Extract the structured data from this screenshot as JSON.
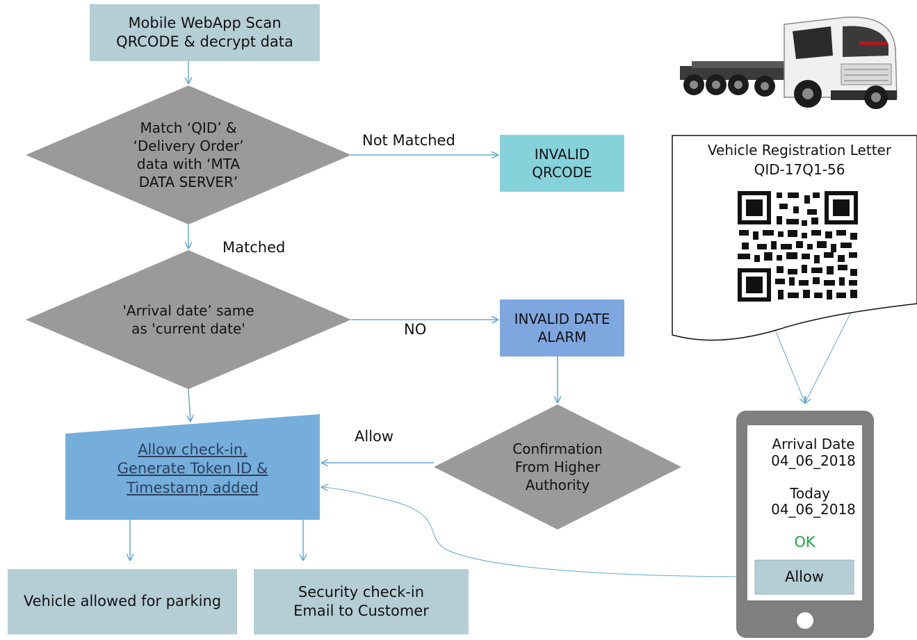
{
  "nodes": {
    "scan": {
      "lines": [
        "Mobile WebApp Scan",
        "QRCODE & decrypt data"
      ]
    },
    "match": {
      "lines": [
        "Match ‘QID’ &",
        "‘Delivery  Order’",
        "data with ‘MTA",
        "DATA SERVER’"
      ]
    },
    "invalid_qr": {
      "lines": [
        "INVALID",
        "QRCODE"
      ]
    },
    "arrival": {
      "lines": [
        "'Arrival date’ same",
        "as 'current date'"
      ]
    },
    "invalid_date": {
      "lines": [
        "INVALID DATE",
        "ALARM"
      ]
    },
    "checkin": {
      "lines": [
        "Allow check-in,",
        "Generate Token ID &",
        "Timestamp added"
      ]
    },
    "confirm": {
      "lines": [
        "Confirmation",
        "From Higher",
        "Authority"
      ]
    },
    "parking": {
      "lines": [
        "Vehicle allowed for parking"
      ]
    },
    "email": {
      "lines": [
        "Security check-in",
        "Email to Customer"
      ]
    }
  },
  "edge_labels": {
    "not_matched": "Not Matched",
    "matched": "Matched",
    "no": "NO",
    "allow": "Allow"
  },
  "letter": {
    "title": "Vehicle Registration Letter",
    "qid": "QID-17Q1-56"
  },
  "phone": {
    "arrival_label": "Arrival Date",
    "arrival_value": "04_06_2018",
    "today_label": "Today",
    "today_value": "04_06_2018",
    "status": "OK",
    "allow_button": "Allow"
  },
  "colors": {
    "box_fill": "#b5ced6",
    "diamond_fill": "#9a9a9a",
    "invalid_qr_fill": "#86d2db",
    "invalid_date_fill": "#7fa7df",
    "checkin_fill": "#75aedb",
    "arrow": "#5fa8d0",
    "phone_frame": "#7f7f7f",
    "ok_green": "#1fa84a"
  }
}
